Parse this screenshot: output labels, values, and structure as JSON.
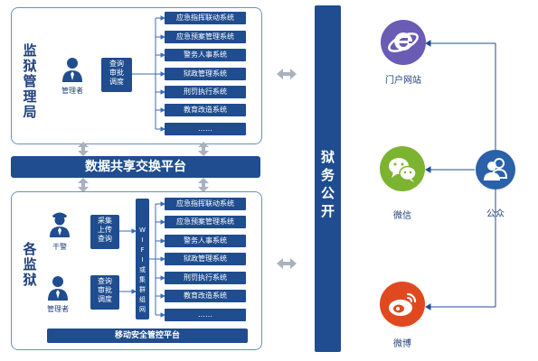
{
  "top_panel": {
    "title": "监狱管理局",
    "title_chars": [
      "监",
      "狱",
      "管",
      "理",
      "局"
    ],
    "person_label": "管理者",
    "action_box": "查询审批调度",
    "action_lines": [
      "查询",
      "审批",
      "调度"
    ],
    "systems": [
      "应急指挥联动系统",
      "应急预案管理系统",
      "警务人事系统",
      "狱政管理系统",
      "刑罚执行系统",
      "教育改造系统",
      "……"
    ]
  },
  "exchange_bar": "数据共享交换平台",
  "bottom_panel": {
    "title": "各监狱",
    "title_chars": [
      "各",
      "监",
      "狱"
    ],
    "guard_label": "干警",
    "guard_box_lines": [
      "采集",
      "上传",
      "查询"
    ],
    "manager_label": "管理者",
    "manager_box_lines": [
      "查询",
      "审批",
      "调度"
    ],
    "network_chars": [
      "W",
      "I",
      "F",
      "I",
      "或",
      "集",
      "群",
      "组",
      "网"
    ],
    "systems": [
      "应急指挥联动系统",
      "应急预案管理系统",
      "警务人事系统",
      "狱政管理系统",
      "刑罚执行系统",
      "教育改造系统",
      "……"
    ],
    "mobile_bar": "移动安全管控平台"
  },
  "public_affairs_chars": [
    "狱",
    "务",
    "公",
    "开"
  ],
  "channels": [
    {
      "label": "门户网站",
      "icon": "ie-browser-icon",
      "color": "#6a5bb5"
    },
    {
      "label": "微信",
      "icon": "wechat-icon",
      "color": "#7cb431"
    },
    {
      "label": "微博",
      "icon": "weibo-icon",
      "color": "#e0491f"
    }
  ],
  "public": {
    "label": "公众",
    "icon": "users-icon",
    "color": "#2a61a8"
  },
  "colors": {
    "primary": "#1f4d8f",
    "border": "#6e8fc0",
    "arrow": "#a9b2bd",
    "line": "#3b6bb5"
  }
}
